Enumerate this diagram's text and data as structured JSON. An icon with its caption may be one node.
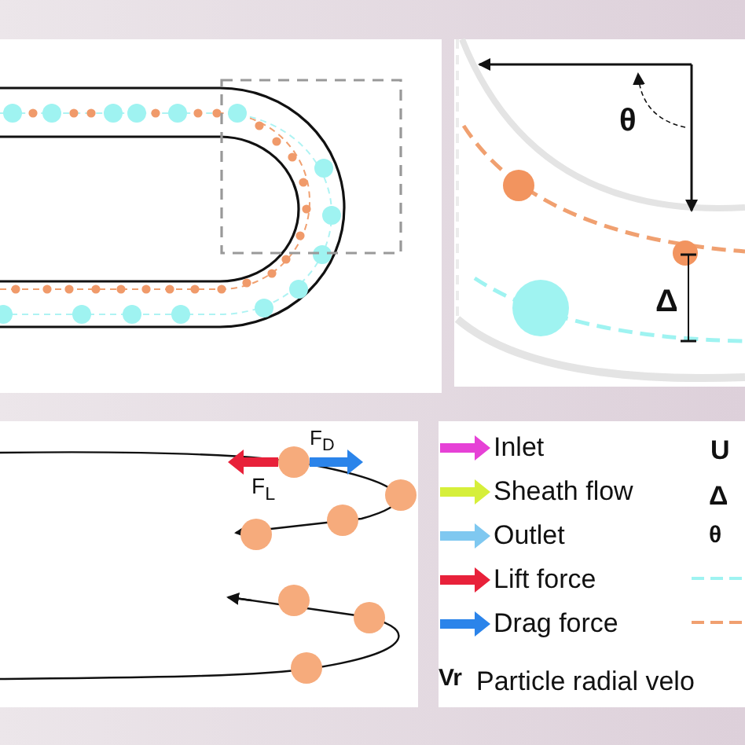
{
  "diagram": {
    "labels": [
      "θ",
      "Δ",
      "F$_{D}$",
      "F$_{L}$",
      "U",
      "Δ",
      "θ",
      "Vr",
      "Particle radial velo"
    ],
    "legend": [
      {
        "text": "Inlet"
      },
      {
        "text": "Sheath flow"
      },
      {
        "text": "Outlet"
      },
      {
        "text": "Lift force"
      },
      {
        "text": "Drag force"
      }
    ]
  }
}
